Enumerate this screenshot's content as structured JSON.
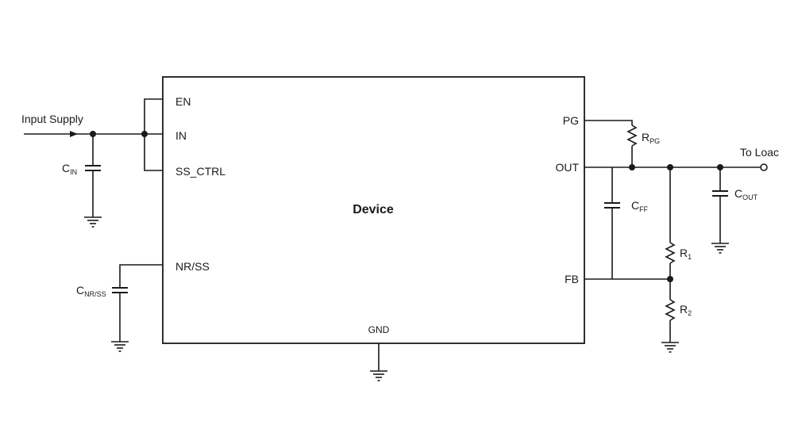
{
  "device": {
    "name": "Device",
    "pins": {
      "en": "EN",
      "in": "IN",
      "ss_ctrl": "SS_CTRL",
      "nr_ss": "NR/SS",
      "gnd": "GND",
      "pg": "PG",
      "out": "OUT",
      "fb": "FB"
    }
  },
  "labels": {
    "input_supply": "Input Supply",
    "to_load": "To Loac",
    "c_in": {
      "main": "C",
      "sub": "IN"
    },
    "c_nrss": {
      "main": "C",
      "sub": "NR/SS"
    },
    "r_pg": {
      "main": "R",
      "sub": "PG"
    },
    "c_ff": {
      "main": "C",
      "sub": "FF"
    },
    "c_out": {
      "main": "C",
      "sub": "OUT"
    },
    "r1": {
      "main": "R",
      "sub": "1"
    },
    "r2": {
      "main": "R",
      "sub": "2"
    }
  },
  "colors": {
    "ink": "#1a1a1a",
    "background": "#ffffff"
  }
}
